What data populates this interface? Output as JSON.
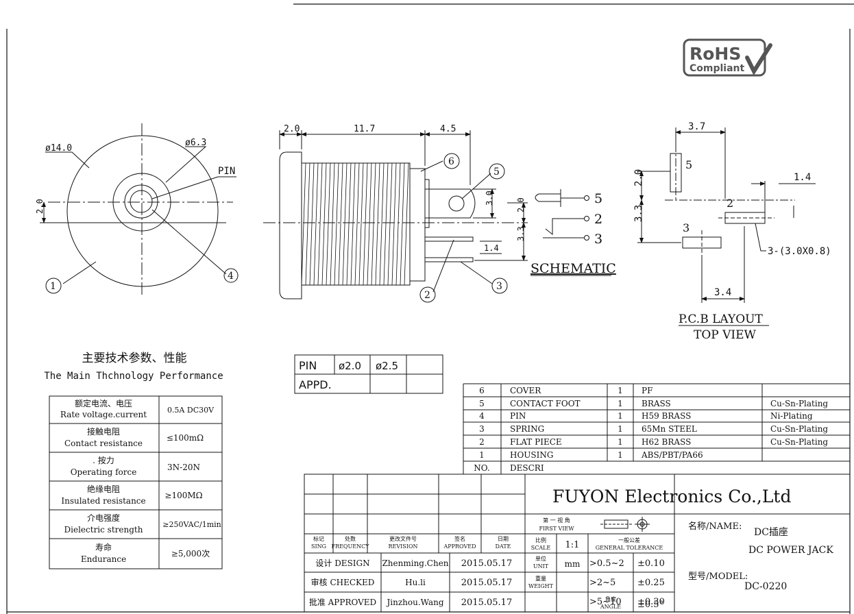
{
  "logo": {
    "line1": "RoHS",
    "line2": "Compliant"
  },
  "front_view": {
    "dia_outer": "ø14.0",
    "dia_inner": "ø6.3",
    "pin_label": "PIN",
    "dim_2_0": "2.0",
    "callout_1": "1",
    "callout_4": "4"
  },
  "side_view": {
    "dim_top_2_0": "2.0",
    "dim_top_11_7": "11.7",
    "dim_top_4_5": "4.5",
    "dim_3_0": "3.0",
    "dim_2_0": "2.0",
    "dim_3_3": "3.3",
    "dim_1_4": "1.4",
    "callout_2": "2",
    "callout_3": "3",
    "callout_5": "5",
    "callout_6": "6"
  },
  "schematic": {
    "title": "SCHEMATIC",
    "pin_5": "5",
    "pin_2": "2",
    "pin_3": "3"
  },
  "pcb": {
    "dim_3_7": "3.7",
    "dim_1_4": "1.4",
    "dim_2_0": "2.0",
    "dim_3_3": "3.3",
    "dim_3_4": "3.4",
    "pad_5": "5",
    "pad_2": "2",
    "pad_3": "3",
    "pad_note": "3-(3.0X0.8)",
    "title": "P.C.B LAYOUT",
    "subtitle": "TOP VIEW"
  },
  "performance": {
    "title_cn": "主要技术参数、性能",
    "title_en": "The Main Thchnology Performance",
    "rows": [
      {
        "cn": "额定电流、电压",
        "en": "Rate voltage.current",
        "value": "0.5A DC30V"
      },
      {
        "cn": "接触电阻",
        "en": "Contact resistance",
        "value": "≤100mΩ"
      },
      {
        "cn": ". 按力",
        "en": "Operating force",
        "value": "3N-20N"
      },
      {
        "cn": "绝缘电阻",
        "en": "Insulated resistance",
        "value": "≥100MΩ"
      },
      {
        "cn": "介电强度",
        "en": "Dielectric strength",
        "value": "≥250VAC/1min"
      },
      {
        "cn": "寿命",
        "en": "Endurance",
        "value": "≥5,000次"
      }
    ]
  },
  "pin_table": {
    "row1": [
      "PIN",
      "ø2.0",
      "ø2.5"
    ],
    "row2": [
      "APPD."
    ]
  },
  "bom": {
    "rows": [
      {
        "no": "6",
        "desc": "COVER",
        "qty": "1",
        "mat": "PF",
        "finish": ""
      },
      {
        "no": "5",
        "desc": "CONTACT FOOT",
        "qty": "1",
        "mat": "BRASS",
        "finish": "Cu-Sn-Plating"
      },
      {
        "no": "4",
        "desc": "PIN",
        "qty": "1",
        "mat": "H59 BRASS",
        "finish": "Ni-Plating"
      },
      {
        "no": "3",
        "desc": "SPRING",
        "qty": "1",
        "mat": "65Mn STEEL",
        "finish": "Cu-Sn-Plating"
      },
      {
        "no": "2",
        "desc": "FLAT PIECE",
        "qty": "1",
        "mat": "H62 BRASS",
        "finish": "Cu-Sn-Plating"
      },
      {
        "no": "1",
        "desc": "HOUSING",
        "qty": "1",
        "mat": "ABS/PBT/PA66",
        "finish": ""
      }
    ],
    "header": {
      "no": "NO.",
      "desc": "DESCRI"
    }
  },
  "title_block": {
    "company": "FUYON Electronics Co.,Ltd",
    "rev_headers": [
      {
        "cn": "标记",
        "en": "SING"
      },
      {
        "cn": "处数",
        "en": "FREQUENCY"
      },
      {
        "cn": "更改文件号",
        "en": "REVISION"
      },
      {
        "cn": "签名",
        "en": "APPROVED"
      },
      {
        "cn": "日期",
        "en": "DATE"
      }
    ],
    "projection_cn": "第 一 视 角",
    "projection_en": "FIRST VIEW",
    "scale_cn": "比例",
    "scale_en": "SCALE",
    "scale_value": "1:1",
    "tolerance_cn": "一般公差",
    "tolerance_en": "GENERAL TOLERANCE",
    "unit_cn": "单位",
    "unit_en": "UNIT",
    "unit_value": "mm",
    "weight_cn": "重量",
    "weight_en": "WEIGHT",
    "angle_cn": "角度",
    "angle_en": "ANGLE",
    "tolerances": [
      {
        "range": ">0.5~2",
        "tol": "±0.10"
      },
      {
        "range": ">2~5",
        "tol": "±0.25"
      },
      {
        "range": ">5~10",
        "tol": "±0.30"
      },
      {
        "range": "",
        "tol": "±0.5°"
      }
    ],
    "design": {
      "label": "设计 DESIGN",
      "name": "Zhenming.Chen",
      "date": "2015.05.17"
    },
    "checked": {
      "label": "审核 CHECKED",
      "name": "Hu.li",
      "date": "2015.05.17"
    },
    "approved": {
      "label": "批准 APPROVED",
      "name": "Jinzhou.Wang",
      "date": "2015.05.17"
    },
    "name_label": "名称/NAME:",
    "name_cn": "DC插座",
    "name_en": "DC POWER JACK",
    "model_label": "型号/MODEL:",
    "model_value": "DC-0220"
  }
}
